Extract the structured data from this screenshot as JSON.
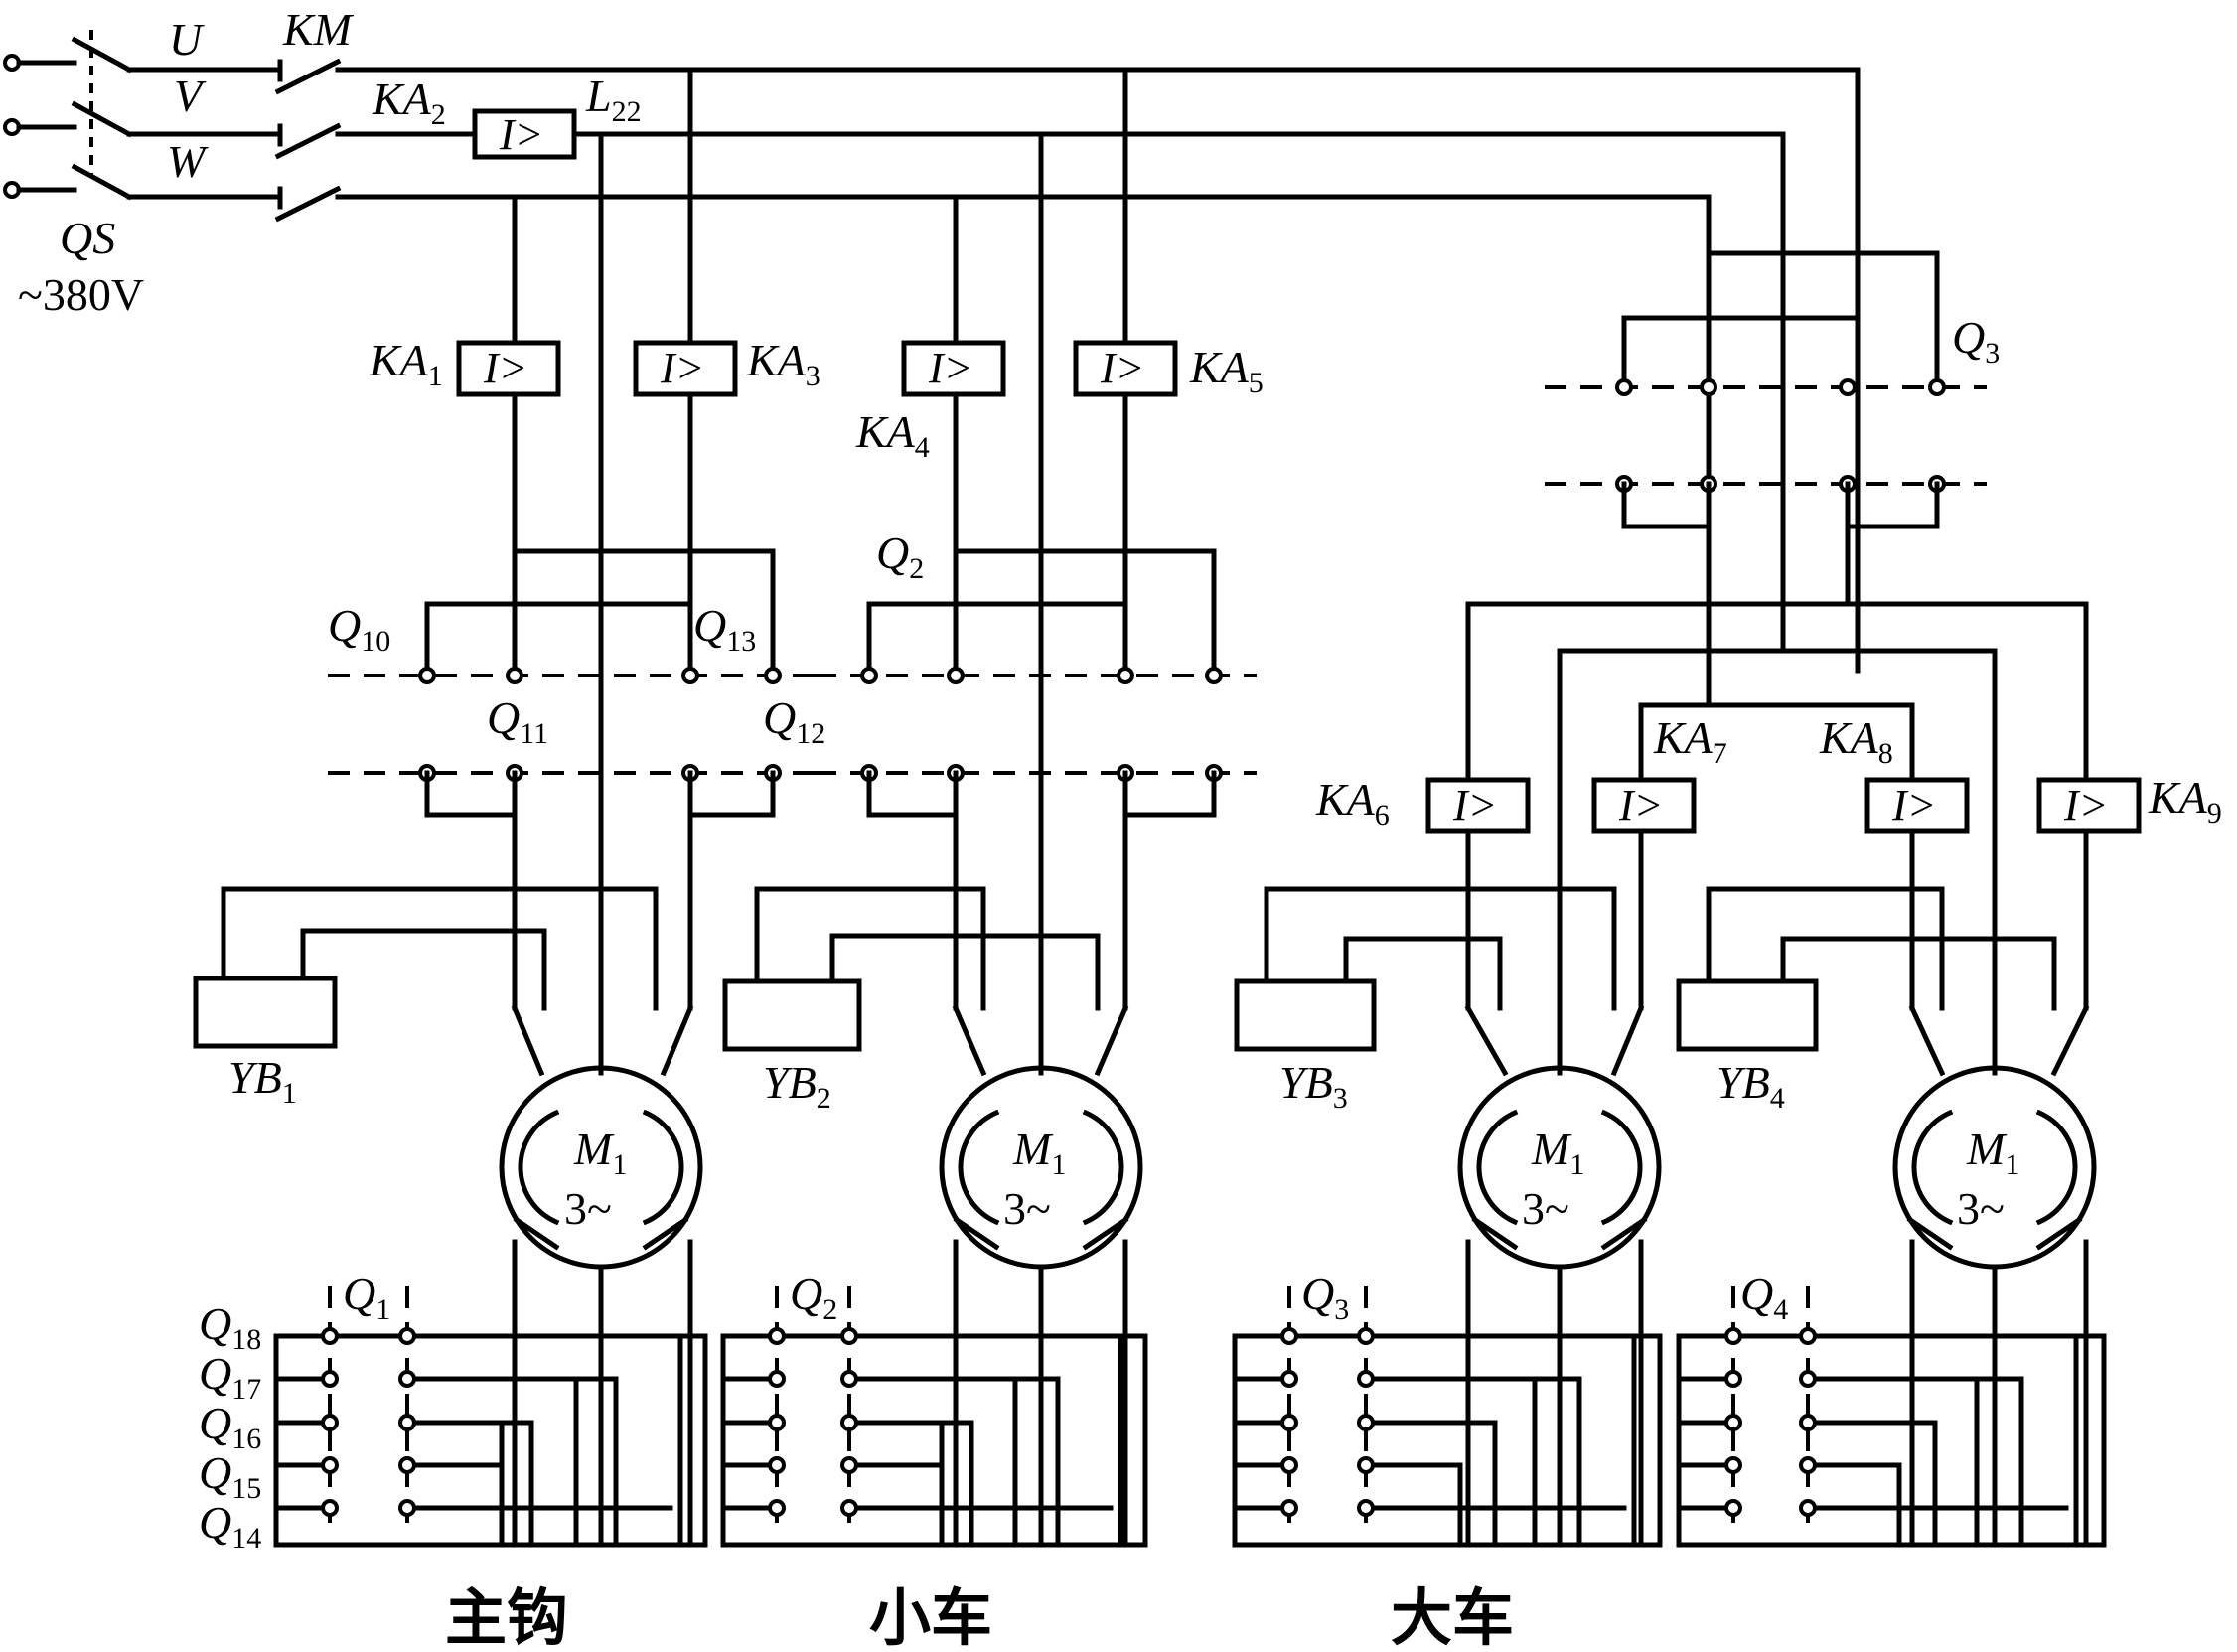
{
  "supply": {
    "phases": [
      "U",
      "V",
      "W"
    ],
    "switch": "QS",
    "voltage": "~380V",
    "contactor": "KM",
    "inductor": {
      "main": "L",
      "sub": "22"
    }
  },
  "relay_symbol": "I>",
  "relays": [
    {
      "id": "ka1",
      "main": "KA",
      "sub": "1"
    },
    {
      "id": "ka2",
      "main": "KA",
      "sub": "2"
    },
    {
      "id": "ka3",
      "main": "KA",
      "sub": "3"
    },
    {
      "id": "ka4",
      "main": "KA",
      "sub": "4"
    },
    {
      "id": "ka5",
      "main": "KA",
      "sub": "5"
    },
    {
      "id": "ka6",
      "main": "KA",
      "sub": "6"
    },
    {
      "id": "ka7",
      "main": "KA",
      "sub": "7"
    },
    {
      "id": "ka8",
      "main": "KA",
      "sub": "8"
    },
    {
      "id": "ka9",
      "main": "KA",
      "sub": "9"
    }
  ],
  "switches": [
    {
      "id": "q10",
      "main": "Q",
      "sub": "10"
    },
    {
      "id": "q11",
      "main": "Q",
      "sub": "11"
    },
    {
      "id": "q12",
      "main": "Q",
      "sub": "12"
    },
    {
      "id": "q13",
      "main": "Q",
      "sub": "13"
    },
    {
      "id": "q2top",
      "main": "Q",
      "sub": "2"
    },
    {
      "id": "q3top",
      "main": "Q",
      "sub": "3"
    }
  ],
  "brakes": [
    {
      "main": "YB",
      "sub": "1"
    },
    {
      "main": "YB",
      "sub": "2"
    },
    {
      "main": "YB",
      "sub": "3"
    },
    {
      "main": "YB",
      "sub": "4"
    }
  ],
  "motors": [
    {
      "main": "M",
      "sub": "1",
      "phase": "3~"
    },
    {
      "main": "M",
      "sub": "1",
      "phase": "3~"
    },
    {
      "main": "M",
      "sub": "1",
      "phase": "3~"
    },
    {
      "main": "M",
      "sub": "1",
      "phase": "3~"
    }
  ],
  "controllers": [
    {
      "main": "Q",
      "sub": "1"
    },
    {
      "main": "Q",
      "sub": "2"
    },
    {
      "main": "Q",
      "sub": "3"
    },
    {
      "main": "Q",
      "sub": "4"
    }
  ],
  "resistor_steps": [
    {
      "main": "Q",
      "sub": "18"
    },
    {
      "main": "Q",
      "sub": "17"
    },
    {
      "main": "Q",
      "sub": "16"
    },
    {
      "main": "Q",
      "sub": "15"
    },
    {
      "main": "Q",
      "sub": "14"
    }
  ],
  "captions": [
    "主钩",
    "小车",
    "大车"
  ]
}
